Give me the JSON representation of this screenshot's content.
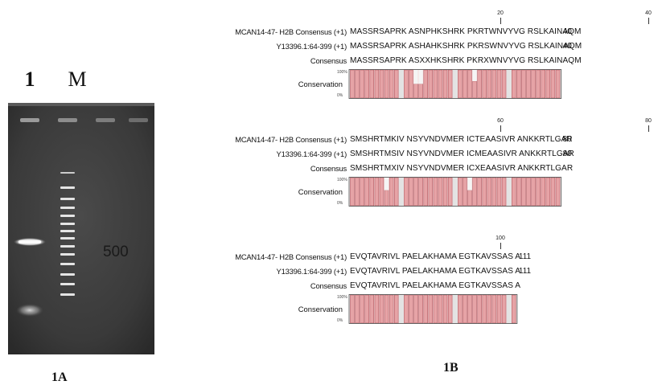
{
  "figure_a": {
    "lane_label_1": "1",
    "lane_label_m": "M",
    "marker_label": "500",
    "caption": "1A"
  },
  "figure_b": {
    "caption": "1B",
    "blocks": [
      {
        "id": "b1",
        "tick_labels": [
          "20",
          "40"
        ],
        "rows": [
          {
            "name": "MCAN14-47- H2B Consensus (+1)",
            "sequence": "MASSRSAPRK ASNPHKSHRK PKRTWNVYVG RSLKAINAQM",
            "end": "40"
          },
          {
            "name": "Y13396.1:64-399 (+1)",
            "sequence": "MASSRSAPRK ASHAHKSHRK PKRSWNVYVG RSLKAINAQM",
            "end": "40"
          },
          {
            "name": "Consensus",
            "sequence": "MASSRSAPRK ASXXHKSHRK PKRXWNVYVG RSLKAINAQM",
            "end": ""
          }
        ],
        "conservation_label": "Conservation",
        "pct_top": "100%",
        "pct_bottom": "0%",
        "conservation": [
          1,
          1,
          1,
          1,
          1,
          1,
          1,
          1,
          1,
          1,
          1,
          1,
          0.5,
          0.5,
          1,
          1,
          1,
          1,
          1,
          1,
          1,
          1,
          1,
          0.6,
          1,
          1,
          1,
          1,
          1,
          1,
          1,
          1,
          1,
          1,
          1,
          1,
          1,
          1,
          1,
          1
        ]
      },
      {
        "id": "b2",
        "tick_labels": [
          "60",
          "80"
        ],
        "rows": [
          {
            "name": "MCAN14-47- H2B Consensus (+1)",
            "sequence": "SMSHRTMKIV NSYVNDVMER ICTEAASIVR ANKKRTLGAR",
            "end": "80"
          },
          {
            "name": "Y13396.1:64-399 (+1)",
            "sequence": "SMSHRTMSIV NSYVNDVMER ICMEAASIVR ANKKRTLGAR",
            "end": "80"
          },
          {
            "name": "Consensus",
            "sequence": "SMSHRTMXIV NSYVNDVMER ICXEAASIVR ANKKRTLGAR",
            "end": ""
          }
        ],
        "conservation_label": "Conservation",
        "pct_top": "100%",
        "pct_bottom": "0%",
        "conservation": [
          1,
          1,
          1,
          1,
          1,
          1,
          1,
          0.55,
          1,
          1,
          1,
          1,
          1,
          1,
          1,
          1,
          1,
          1,
          1,
          1,
          1,
          1,
          0.55,
          1,
          1,
          1,
          1,
          1,
          1,
          1,
          1,
          1,
          1,
          1,
          1,
          1,
          1,
          1,
          1,
          1
        ]
      },
      {
        "id": "b3",
        "tick_labels": [
          "100"
        ],
        "rows": [
          {
            "name": "MCAN14-47- H2B Consensus (+1)",
            "sequence": "EVQTAVRIVL PAELAKHAMA EGTKAVSSAS A",
            "end": "111"
          },
          {
            "name": "Y13396.1:64-399 (+1)",
            "sequence": "EVQTAVRIVL PAELAKHAMA EGTKAVSSAS A",
            "end": "111"
          },
          {
            "name": "Consensus",
            "sequence": "EVQTAVRIVL PAELAKHAMA EGTKAVSSAS A",
            "end": ""
          }
        ],
        "conservation_label": "Conservation",
        "pct_top": "100%",
        "pct_bottom": "0%",
        "conservation": [
          1,
          1,
          1,
          1,
          1,
          1,
          1,
          1,
          1,
          1,
          1,
          1,
          1,
          1,
          1,
          1,
          1,
          1,
          1,
          1,
          1,
          1,
          1,
          1,
          1,
          1,
          1,
          1,
          1,
          1,
          1
        ]
      }
    ]
  }
}
